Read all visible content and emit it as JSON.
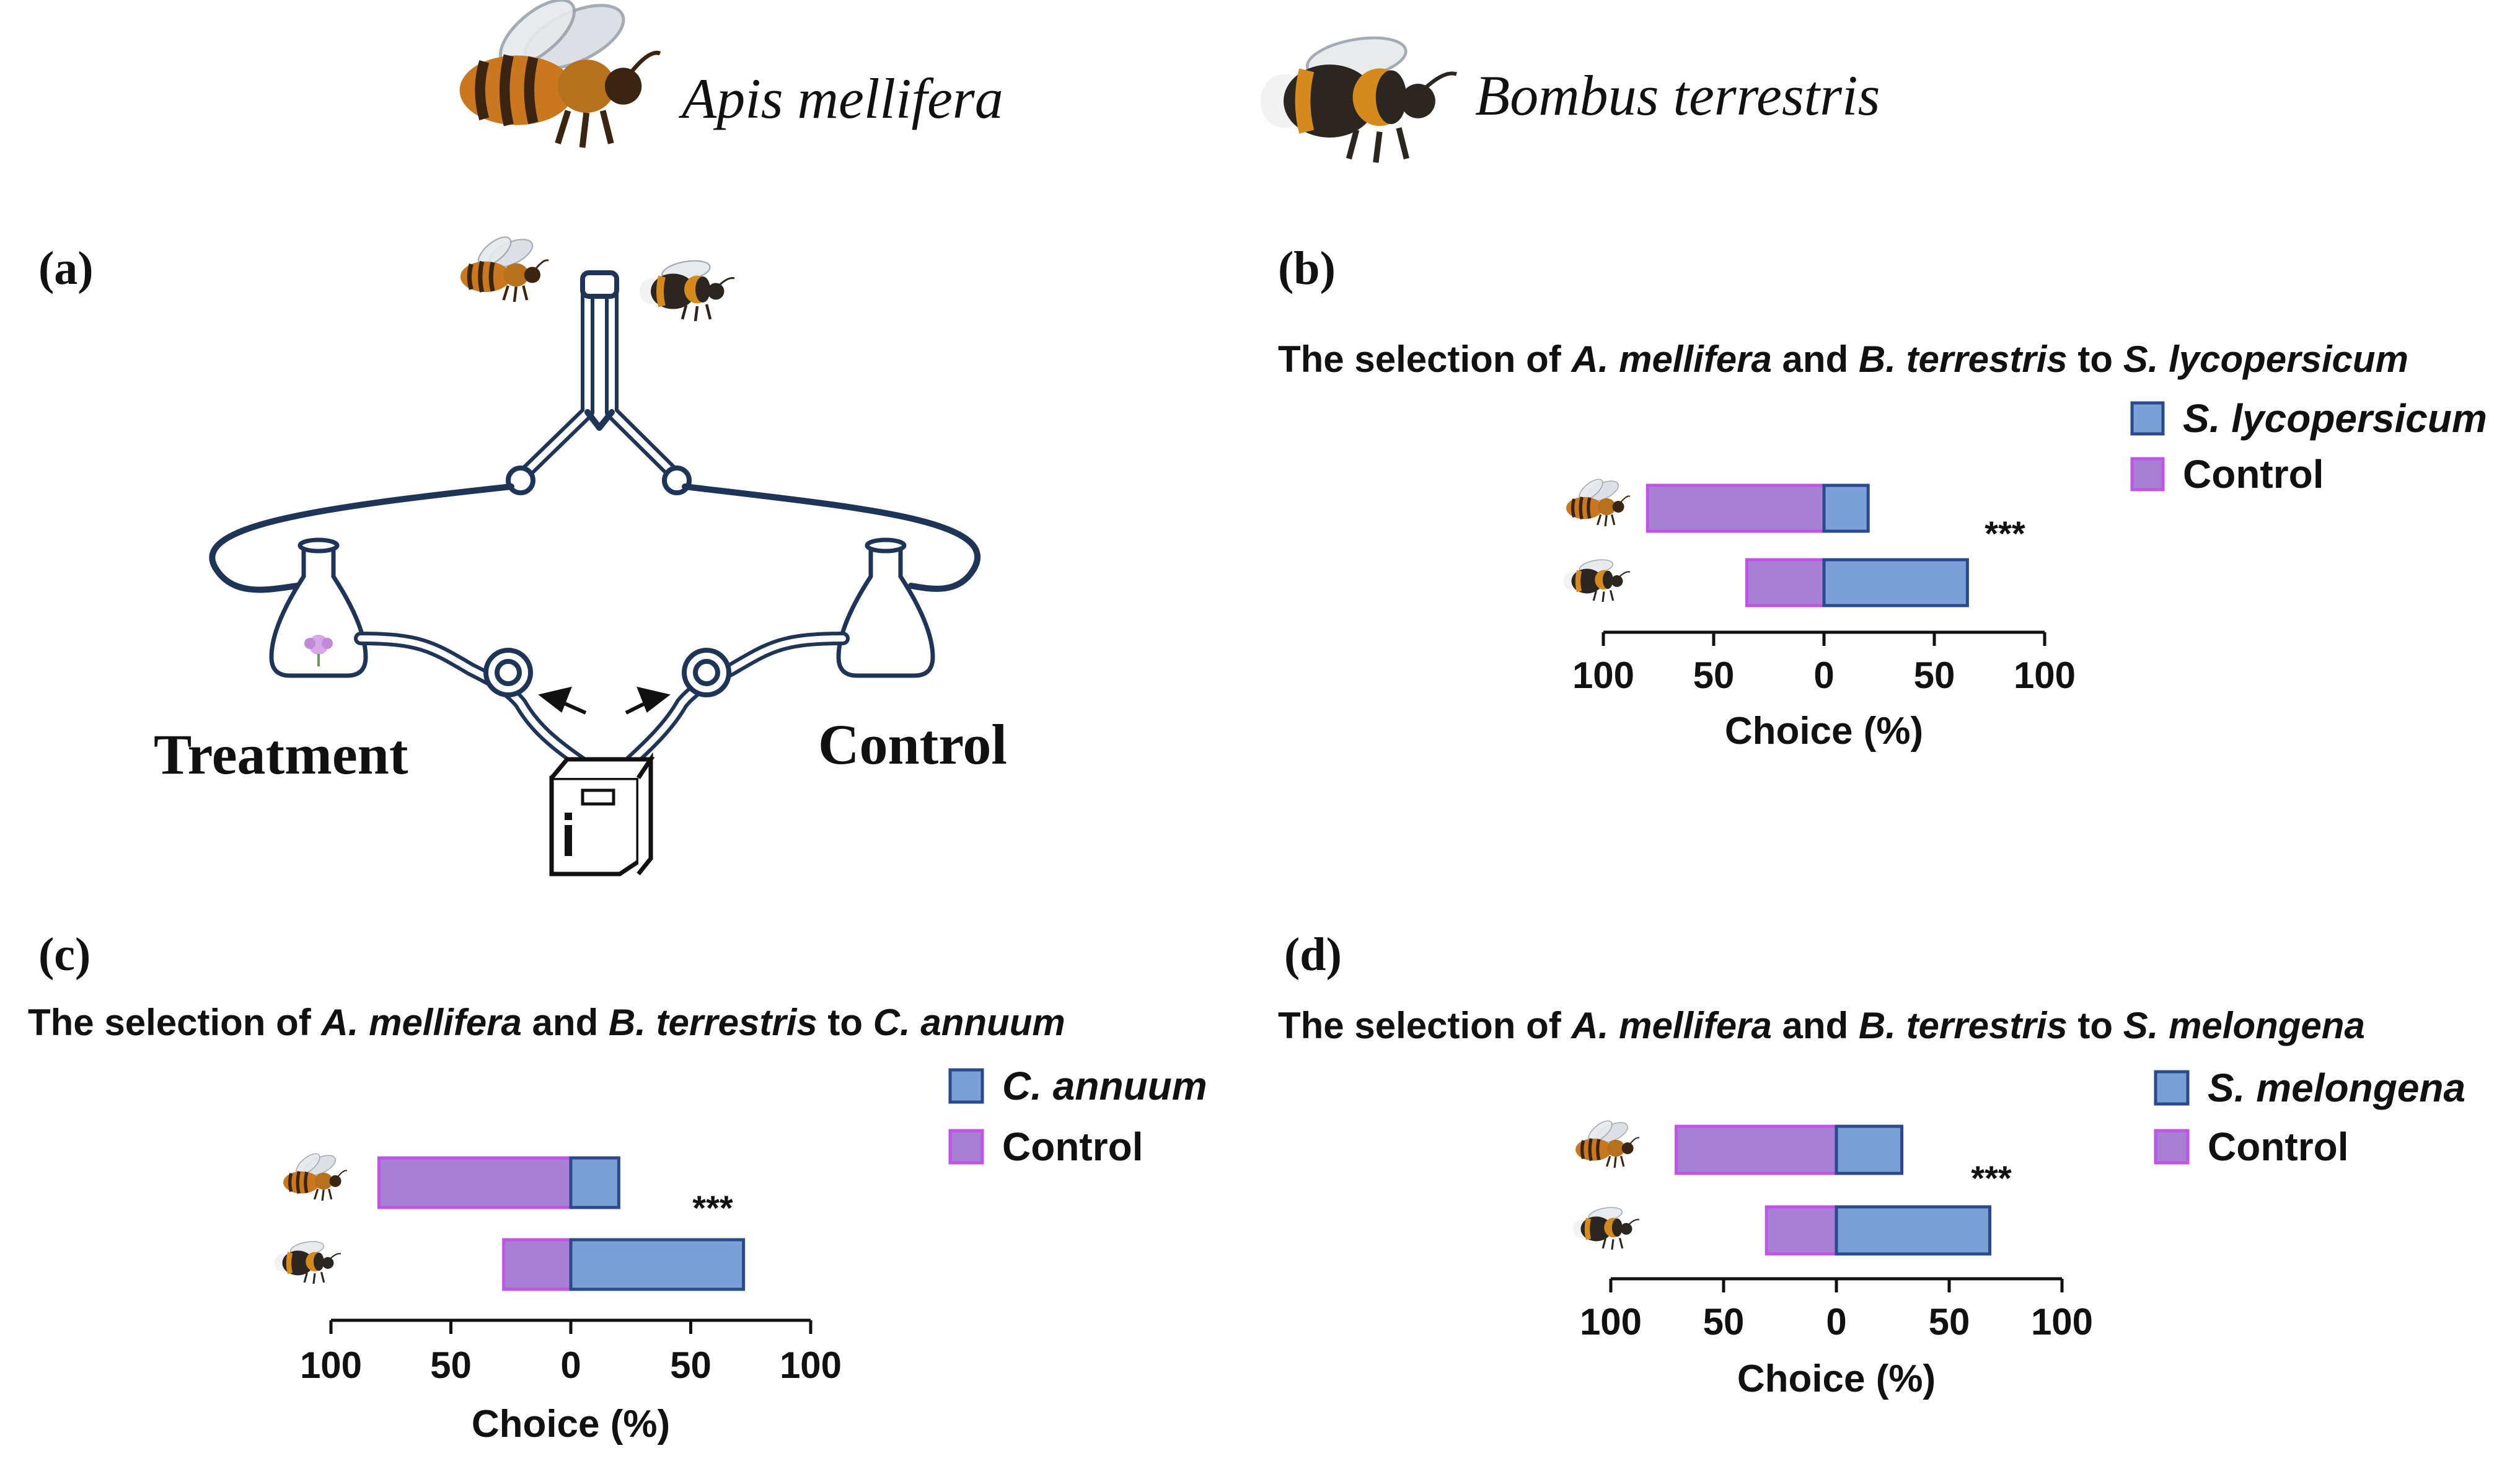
{
  "header": {
    "species_left": "Apis mellifera",
    "species_right": "Bombus terrestris"
  },
  "panel_a": {
    "label": "(a)",
    "treatment_label": "Treatment",
    "control_label": "Control"
  },
  "colors": {
    "treatment_fill": "#7aa0d8",
    "treatment_stroke": "#2a4a8c",
    "control_fill": "#a77fd3",
    "control_stroke": "#c154e8",
    "apparatus": "#1f3557"
  },
  "chart_data": [
    {
      "id": "b",
      "type": "bar",
      "panel_label": "(b)",
      "title": [
        {
          "t": "The selection of ",
          "i": false
        },
        {
          "t": "A. mellifera",
          "i": true
        },
        {
          "t": " and ",
          "i": false
        },
        {
          "t": "B. terrestris",
          "i": true
        },
        {
          "t": " to ",
          "i": false
        },
        {
          "t": "S. lycopersicum",
          "i": true
        }
      ],
      "orientation": "horizontal-diverging",
      "categories": [
        "Apis mellifera",
        "Bombus terrestris"
      ],
      "series": [
        {
          "name": "S. lycopersicum",
          "values": [
            20,
            65
          ]
        },
        {
          "name": "Control",
          "values": [
            80,
            35
          ]
        }
      ],
      "xlabel": "Choice (%)",
      "xticks": [
        "100",
        "50",
        "0",
        "50",
        "100"
      ],
      "xlim": [
        -100,
        100
      ],
      "significance": "***",
      "legend": "top-right"
    },
    {
      "id": "c",
      "type": "bar",
      "panel_label": "(c)",
      "title": [
        {
          "t": "The selection of ",
          "i": false
        },
        {
          "t": "A. mellifera",
          "i": true
        },
        {
          "t": " and ",
          "i": false
        },
        {
          "t": "B. terrestris",
          "i": true
        },
        {
          "t": " to ",
          "i": false
        },
        {
          "t": "C. annuum",
          "i": true
        }
      ],
      "orientation": "horizontal-diverging",
      "categories": [
        "Apis mellifera",
        "Bombus terrestris"
      ],
      "series": [
        {
          "name": "C. annuum",
          "values": [
            20,
            72
          ]
        },
        {
          "name": "Control",
          "values": [
            80,
            28
          ]
        }
      ],
      "xlabel": "Choice (%)",
      "xticks": [
        "100",
        "50",
        "0",
        "50",
        "100"
      ],
      "xlim": [
        -100,
        100
      ],
      "significance": "***",
      "legend": "top-right"
    },
    {
      "id": "d",
      "type": "bar",
      "panel_label": "(d)",
      "title": [
        {
          "t": "The selection of ",
          "i": false
        },
        {
          "t": "A. mellifera",
          "i": true
        },
        {
          "t": " and ",
          "i": false
        },
        {
          "t": "B. terrestris",
          "i": true
        },
        {
          "t": " to ",
          "i": false
        },
        {
          "t": "S. melongena",
          "i": true
        }
      ],
      "orientation": "horizontal-diverging",
      "categories": [
        "Apis mellifera",
        "Bombus terrestris"
      ],
      "series": [
        {
          "name": "S. melongena",
          "values": [
            29,
            68
          ]
        },
        {
          "name": "Control",
          "values": [
            71,
            31
          ]
        }
      ],
      "xlabel": "Choice (%)",
      "xticks": [
        "100",
        "50",
        "0",
        "50",
        "100"
      ],
      "xlim": [
        -100,
        100
      ],
      "significance": "***",
      "legend": "top-right"
    }
  ]
}
